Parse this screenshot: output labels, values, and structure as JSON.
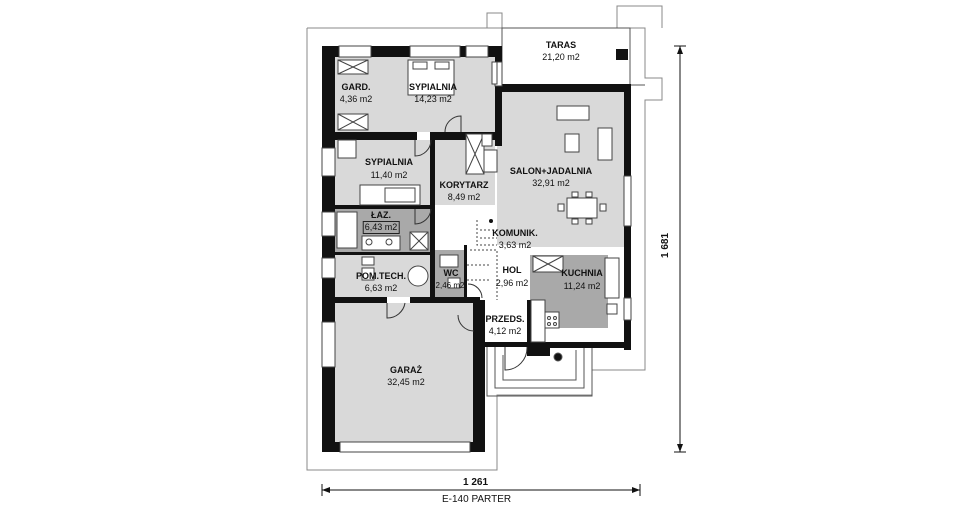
{
  "plan": {
    "title": "E-140 PARTER",
    "width_dimension": "1 261",
    "depth_dimension": "1 681",
    "rooms": [
      {
        "id": "taras",
        "name": "TARAS",
        "area": "21,20 m2"
      },
      {
        "id": "gard",
        "name": "GARD.",
        "area": "4,36 m2"
      },
      {
        "id": "sypialnia1",
        "name": "SYPIALNIA",
        "area": "14,23 m2"
      },
      {
        "id": "sypialnia2",
        "name": "SYPIALNIA",
        "area": "11,40 m2"
      },
      {
        "id": "korytarz",
        "name": "KORYTARZ",
        "area": "8,49 m2"
      },
      {
        "id": "salon",
        "name": "SALON+JADALNIA",
        "area": "32,91 m2"
      },
      {
        "id": "lazienka",
        "name": "ŁAZ.",
        "area": "6,43 m2"
      },
      {
        "id": "komunik",
        "name": "KOMUNIK.",
        "area": "3,63 m2"
      },
      {
        "id": "pomtech",
        "name": "POM.TECH.",
        "area": "6,63 m2"
      },
      {
        "id": "wc",
        "name": "WC",
        "area": "2,46 m2"
      },
      {
        "id": "hol",
        "name": "HOL",
        "area": "2,96 m2"
      },
      {
        "id": "kuchnia",
        "name": "KUCHNIA",
        "area": "11,24 m2"
      },
      {
        "id": "przeds",
        "name": "PRZEDS.",
        "area": "4,12 m2"
      },
      {
        "id": "garaz",
        "name": "GARAŻ",
        "area": "32,45 m2"
      }
    ]
  },
  "colors": {
    "wall": "#111111",
    "floor_dark": "#a9a9a9",
    "floor_light": "#d9d9d9",
    "floor_white": "#ffffff",
    "outline": "#888888"
  }
}
